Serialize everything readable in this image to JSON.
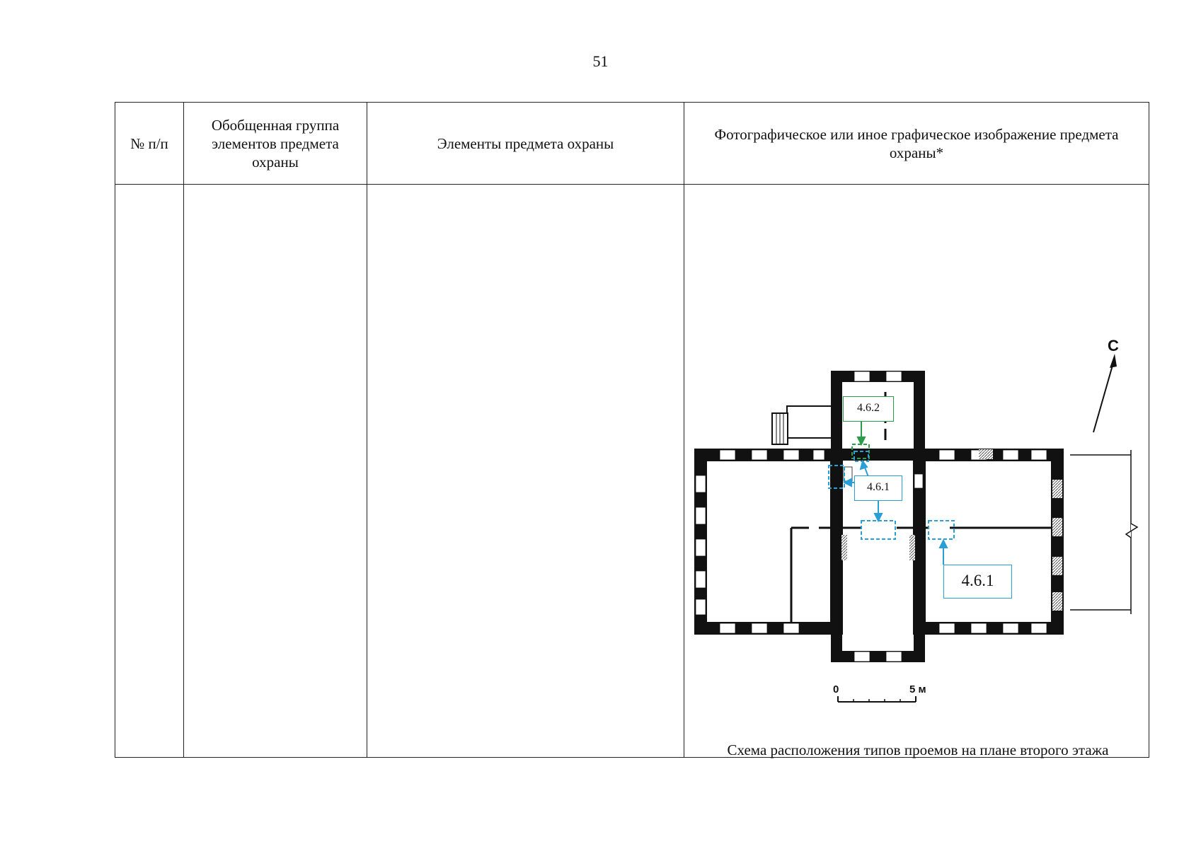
{
  "page": {
    "number": "51"
  },
  "table": {
    "headers": {
      "num": "№ п/п",
      "group": "Обобщенная группа элементов предмета охраны",
      "elements": "Элементы предмета охраны",
      "image": "Фотографическое или иное графическое изображение предмета охраны*"
    },
    "row": {
      "num": "",
      "group": "",
      "elements": ""
    }
  },
  "plan": {
    "caption": "Схема расположения типов проемов на плане второго этажа",
    "north_label": "С",
    "scale": {
      "start": "0",
      "end": "5 м"
    },
    "tags": [
      {
        "id": "tag-green",
        "text": "4.6.2",
        "color": "#2a9c4a"
      },
      {
        "id": "tag-blue-small",
        "text": "4.6.1",
        "color": "#2a9fd6"
      },
      {
        "id": "tag-blue-big",
        "text": "4.6.1",
        "color": "#2a9fd6"
      }
    ]
  }
}
